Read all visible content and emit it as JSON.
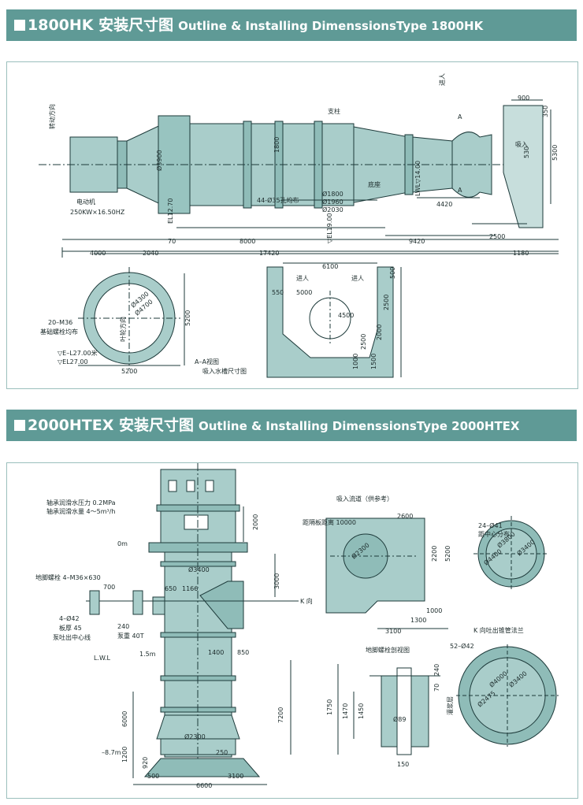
{
  "section1": {
    "title_cn": "1800HK 安装尺寸图",
    "title_en": "Outline & Installing DimenssionsType 1800HK",
    "labels": {
      "motor": "电动机",
      "motor_spec": "250KW×16.50HZ",
      "rotation": "转动方向",
      "support": "支柱",
      "inlet_top": "进人",
      "suction": "吸入",
      "inlet_fw": "进人",
      "fw_mark": "进人",
      "bolt_holes": "44-Ø35孔均布",
      "floor": "底座",
      "lwl": "LWL▽14.00",
      "el_1270": "EL12.70",
      "el_1900": "▽EL19.00",
      "anchor_bolt": "20–M36",
      "anchor_note": "基础螺栓均布",
      "shaft_dir": "叶轮方向",
      "el_2700": "▽E–L27.00米",
      "el_2700b": "▽EL27.00",
      "view_aa": "A–A视图",
      "view_aa2": "吸入水槽尺寸图",
      "section_a": "A"
    },
    "dims": {
      "d3900": "Ø3900",
      "d1800v": "1800",
      "d1800": "Ø1800",
      "d1960": "Ø1960",
      "d2030": "Ø2030",
      "d4420": "4420",
      "d900": "900",
      "d350": "350",
      "d5300": "5300",
      "d530": "530",
      "d70": "70",
      "d8000": "8000",
      "d9420": "9420",
      "d2500": "2500",
      "d4000": "4000",
      "d2040": "2040",
      "d17420": "17420",
      "d1180": "1180",
      "d6100": "6100",
      "d5000": "5000",
      "d550": "550",
      "d500": "500",
      "d2500b": "2500",
      "d4300": "Ø4300",
      "d4700": "Ø4700",
      "d5200v": "5200",
      "d5200": "5200",
      "d4500": "4500",
      "d2000": "2000",
      "d1000": "1000",
      "d1500": "1500",
      "d2500c": "2500"
    }
  },
  "section2": {
    "title_cn": "2000HTEX 安装尺寸图",
    "title_en": "Outline & Installing DimenssionsType 2000HTEX",
    "labels": {
      "lube_pressure": "轴承润滑水压力 0.2MPa",
      "lube_flow": "轴承润滑水量 4～5m³/h",
      "zero_m": "0m",
      "anchor": "地脚螺栓 4–M36×630",
      "holes": "4–Ø42",
      "plate": "板厚 45",
      "pump_center": "泵吐出中心线",
      "pump_weight": "泵重 40T",
      "lwl": "L.W.L",
      "minus87": "–8.7m",
      "k_dir": "K 向",
      "suction_flow": "吸入流道（供参考）",
      "gap": "距隔板距离 10000",
      "holes41": "24–Ø41",
      "pitch": "距中心分布",
      "k_flange": "K 向吐出锥管法兰",
      "holes52": "52–Ø42",
      "anchor_detail": "地脚螺栓剖视图",
      "pour": "灌浆层",
      "d89": "Ø89"
    },
    "dims": {
      "d2000": "2000",
      "d3000": "3000",
      "d3400": "Ø3400",
      "d650": "650",
      "d1166": "1166",
      "d700": "700",
      "d240": "240",
      "d1400": "1400",
      "d850": "850",
      "d1_5m": "1.5m",
      "d6000": "6000",
      "d7200": "7200",
      "d2300": "Ø2300",
      "d250": "250",
      "d920": "920",
      "d1200": "1200",
      "d500": "500",
      "d3100": "3100",
      "d6600": "6600",
      "d2600": "2600",
      "d2300c": "Ø2300",
      "d2200": "2200",
      "d5200": "5200",
      "d1000": "1000",
      "d1300": "1300",
      "d3100b": "3100",
      "d4400": "Ø4400",
      "d3800": "Ø3800",
      "d3400b": "Ø3400",
      "d4000": "Ø4000",
      "d3400c": "Ø3400",
      "d2475": "Ø2475",
      "d240b": "240",
      "d70": "70",
      "d1750": "1750",
      "d1470": "1470",
      "d1450": "1450",
      "d150": "150"
    }
  },
  "colors": {
    "banner": "#5f9a96",
    "pump_fill": "#a9cdca",
    "pump_dark": "#5e9390",
    "line": "#1d3a3a"
  }
}
